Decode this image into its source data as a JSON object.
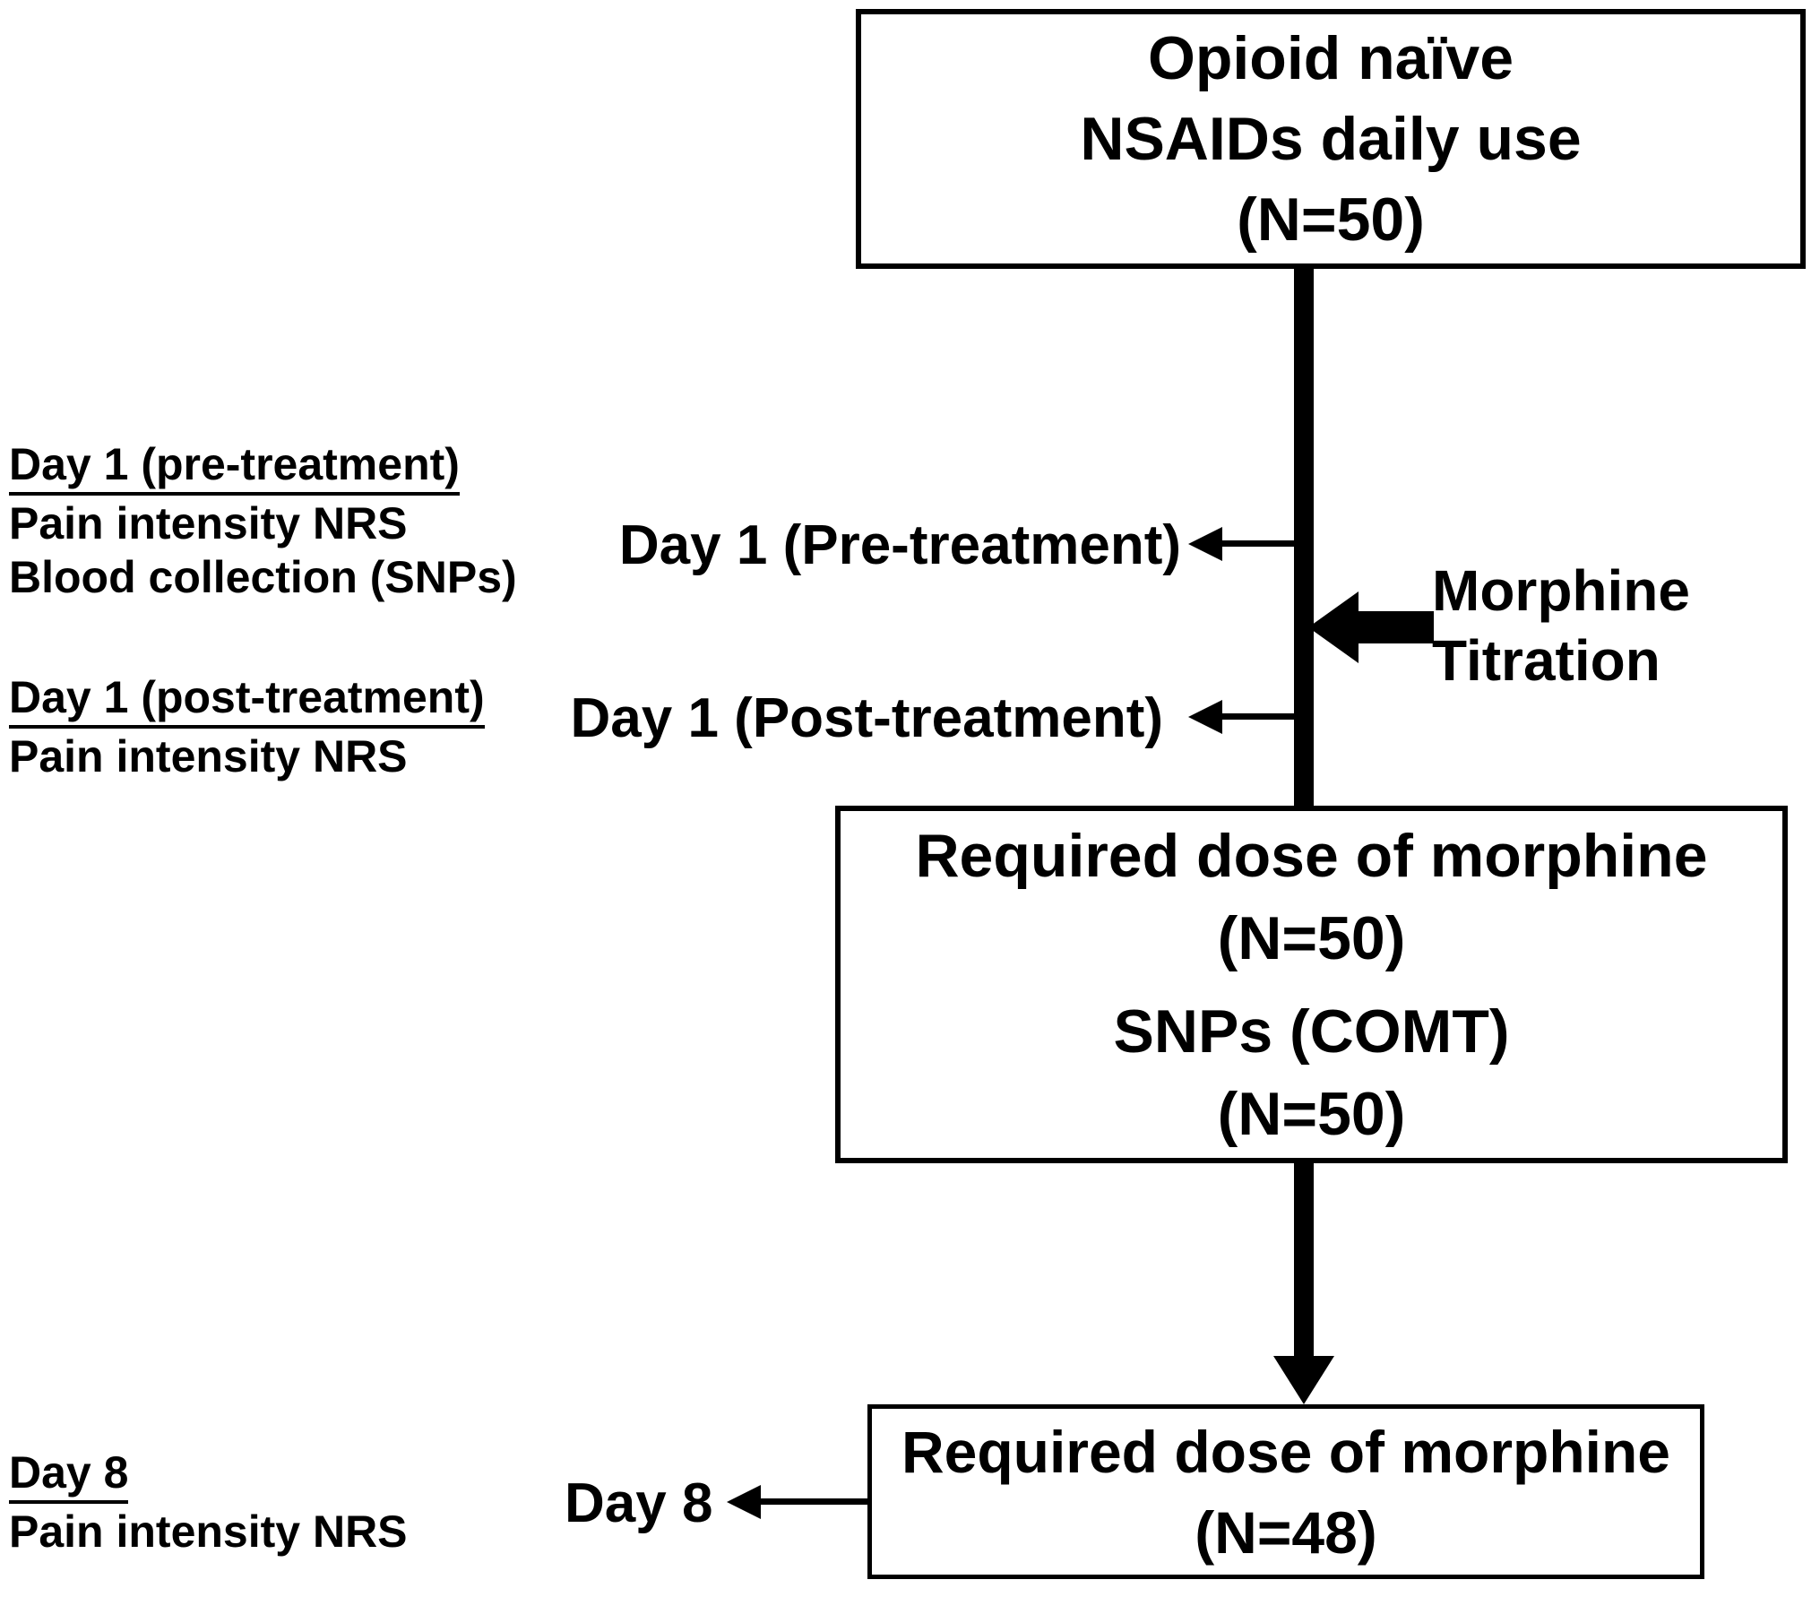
{
  "diagram": {
    "boxes": {
      "enrollment": {
        "text": "Opioid naïve\nNSAIDs daily use\n(N=50)"
      },
      "titration_outcome": {
        "text_top": "Required dose of morphine\n(N=50)",
        "text_bottom": "SNPs (COMT)\n(N=50)"
      },
      "day8_outcome": {
        "text": "Required dose of morphine\n(N=48)"
      }
    },
    "timeline_labels": {
      "pre_treatment": "Day 1 (Pre-treatment)",
      "post_treatment": "Day 1 (Post-treatment)",
      "day8": "Day 8"
    },
    "morphine_arrow_label": "Morphine\nTitration",
    "annotations": {
      "pre_treatment": {
        "heading": "Day 1 (pre-treatment)",
        "lines": [
          "Pain intensity NRS",
          "Blood collection (SNPs)"
        ]
      },
      "post_treatment": {
        "heading": "Day 1 (post-treatment)",
        "lines": [
          "Pain intensity NRS"
        ]
      },
      "day8": {
        "heading": "Day 8",
        "lines": [
          "Pain intensity NRS"
        ]
      }
    },
    "colors": {
      "ink": "#000000",
      "background": "#ffffff"
    }
  }
}
